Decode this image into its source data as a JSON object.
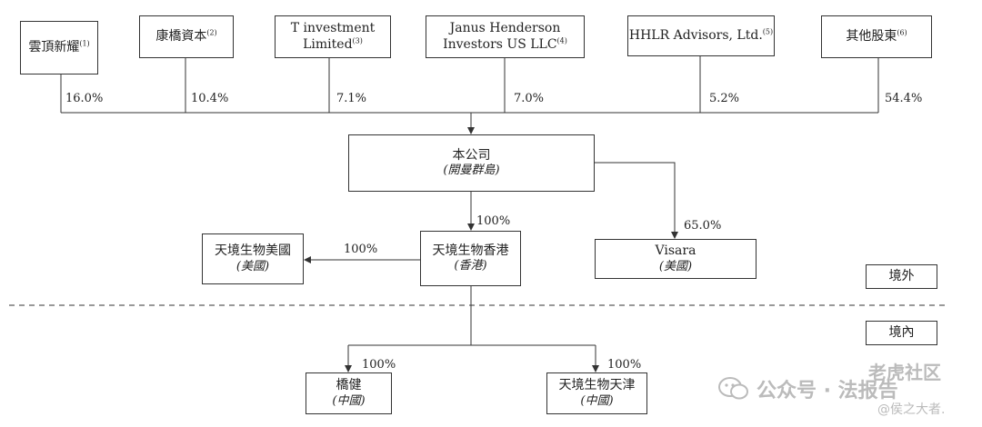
{
  "shareholders": [
    {
      "name": "雲頂新耀",
      "note": "(1)",
      "pct": "16.0%"
    },
    {
      "name": "康橋資本",
      "note": "(2)",
      "pct": "10.4%"
    },
    {
      "name_line1": "T investment",
      "name_line2": "Limited",
      "note": "(3)",
      "pct": "7.1%"
    },
    {
      "name_line1": "Janus Henderson",
      "name_line2": "Investors US LLC",
      "note": "(4)",
      "pct": "7.0%"
    },
    {
      "name": "HHLR Advisors, Ltd.",
      "note": "(5)",
      "pct": "5.2%"
    },
    {
      "name": "其他股東",
      "note": "(6)",
      "pct": "54.4%"
    }
  ],
  "company": {
    "name": "本公司",
    "location": "(開曼群島)"
  },
  "hk": {
    "name": "天境生物香港",
    "location": "(香港)",
    "pct": "100%"
  },
  "us": {
    "name": "天境生物美國",
    "location": "(美國)",
    "pct": "100%"
  },
  "visara": {
    "name": "Visara",
    "location": "(美國)",
    "pct": "65.0%"
  },
  "qiaojian": {
    "name": "橋健",
    "location": "(中國)",
    "pct": "100%"
  },
  "tianjin": {
    "name": "天境生物天津",
    "location": "(中國)",
    "pct": "100%"
  },
  "regions": {
    "offshore": "境外",
    "onshore": "境內"
  },
  "watermark": {
    "left": "公众号 · 法报告",
    "right_top": "老虎社区",
    "right_bottom": "@侯之大者."
  }
}
